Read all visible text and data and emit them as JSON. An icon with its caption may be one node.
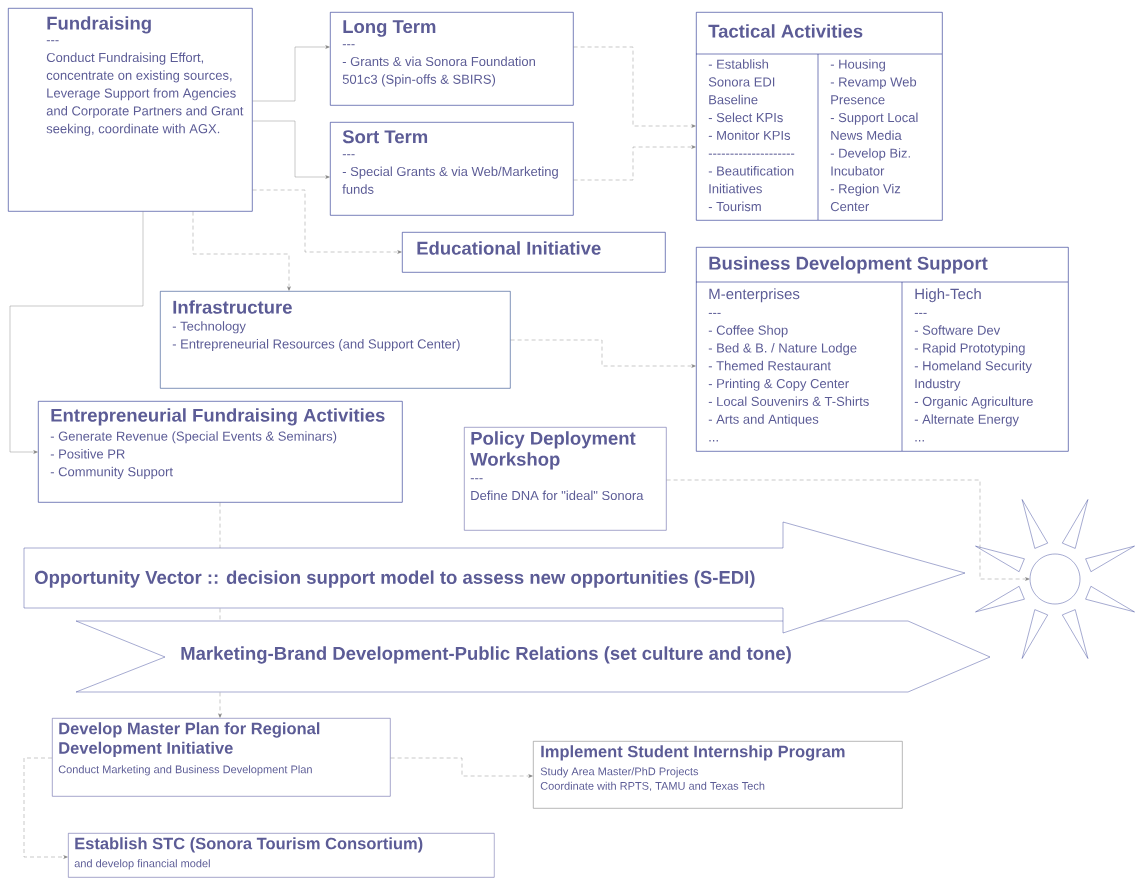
{
  "diagram": {
    "nodes": [
      {
        "text": [
          "Fundraising",
          "---",
          "Conduct Fundraising Effort, concentrate on existing sources, Leverage Support from Agencies and Corporate Partners and Grant seeking, coordinate with AGX."
        ]
      },
      {
        "text": [
          "Long Term",
          "---",
          "- Grants & via Sonora Foundation 501c3 (Spin-offs & SBIRS)"
        ]
      },
      {
        "text": [
          "Sort Term",
          "---",
          "- Special Grants & via Web/Marketing funds"
        ]
      },
      {
        "text": [
          "Tactical Activities",
          "- Establish Sonora EDI Baseline",
          "- Select KPIs",
          "- Monitor KPIs",
          "--------------------",
          "- Beautification Initiatives",
          "- Tourism",
          "- Housing",
          "- Revamp Web Presence",
          "- Support Local News Media",
          "- Develop Biz. Incubator",
          "- Region Viz Center"
        ]
      },
      {
        "text": [
          "Educational Initiative"
        ]
      },
      {
        "text": [
          "Infrastructure",
          "- Technology",
          "- Entrepreneurial Resources (and Support Center)"
        ]
      },
      {
        "text": [
          "Business Development Support",
          "M-enterprises",
          "---",
          "- Coffee Shop",
          "- Bed & B. / Nature Lodge",
          "- Themed Restaurant",
          "- Printing & Copy Center",
          "- Local Souvenirs & T-Shirts",
          "- Arts and Antiques",
          "...",
          "High-Tech",
          "---",
          "- Software Dev",
          "- Rapid Prototyping",
          "- Homeland Security Industry",
          "- Organic Agriculture",
          "- Alternate Energy",
          "..."
        ]
      },
      {
        "text": [
          "Entrepreneurial Fundraising Activities",
          "- Generate Revenue (Special Events & Seminars)",
          "- Positive PR",
          "- Community Support"
        ]
      },
      {
        "text": [
          "Policy Deployment Workshop",
          "---",
          "Define DNA for \"ideal\" Sonora"
        ]
      },
      {
        "text": [
          "Opportunity Vector :: decision support model to assess new opportunities (S-EDI)"
        ]
      },
      {
        "text": [
          "Marketing-Brand Development-Public Relations (set culture and tone)"
        ]
      },
      {
        "text": [],
        "shape": "circle"
      },
      {
        "text": [
          "Develop Master Plan for Regional Development Initiative",
          "Conduct Marketing and Business Development Plan"
        ]
      },
      {
        "text": [
          "Implement Student Internship Program",
          "Study Area Master/PhD Projects",
          "Coordinate with RPTS, TAMU and Texas Tech"
        ]
      },
      {
        "text": [
          "Establish STC (Sonora Tourism Consortium)",
          "and develop financial model"
        ]
      }
    ],
    "edges": [
      {
        "from": 0,
        "to": 1,
        "arrow": "to"
      },
      {
        "from": 0,
        "to": 2,
        "arrow": "to"
      },
      {
        "from": 1,
        "to": 3,
        "arrow": "to",
        "style": "dashed"
      },
      {
        "from": 2,
        "to": 3,
        "arrow": "to",
        "style": "dashed"
      },
      {
        "from": 0,
        "to": 4,
        "arrow": "to",
        "style": "dashed"
      },
      {
        "from": 0,
        "to": 5,
        "arrow": "to",
        "style": "dashed"
      },
      {
        "from": 0,
        "to": 7,
        "arrow": "to"
      },
      {
        "from": 5,
        "to": 6,
        "arrow": "to",
        "style": "dashed"
      },
      {
        "from": 8,
        "to": 11,
        "arrow": "to",
        "style": "dashed"
      },
      {
        "from": 7,
        "to": 9,
        "arrow": "none",
        "style": "dashed"
      },
      {
        "from": 9,
        "to": 10,
        "arrow": "none",
        "style": "dashed"
      },
      {
        "from": 10,
        "to": 12,
        "arrow": "to",
        "style": "dashed"
      },
      {
        "from": 12,
        "to": 13,
        "arrow": "to",
        "style": "dashed"
      },
      {
        "from": 12,
        "to": 14,
        "arrow": "to",
        "style": "dashed"
      }
    ]
  }
}
